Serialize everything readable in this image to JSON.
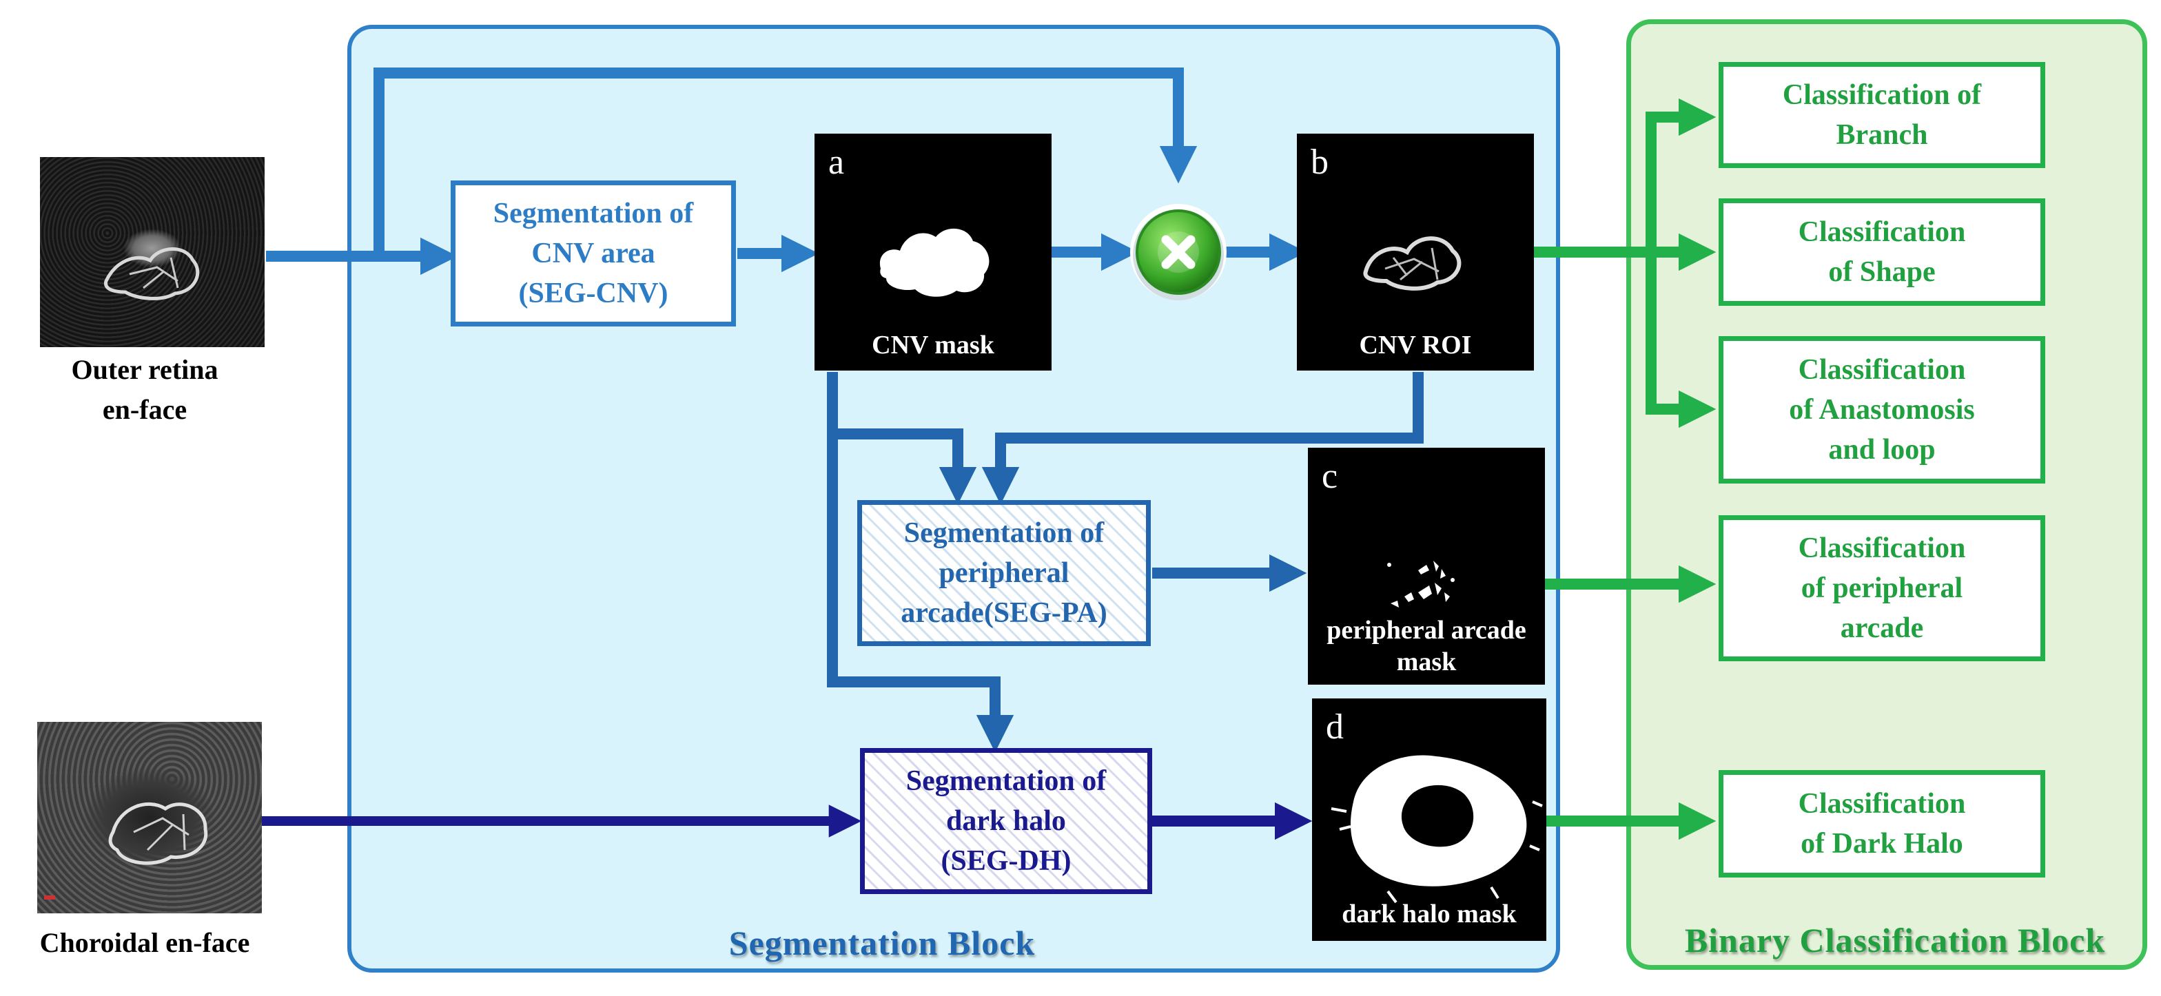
{
  "colors": {
    "segmentation_blue": "#2d7dc6",
    "navy": "#1a1a8e",
    "classification_green": "#21b04a",
    "segmentation_panel_bg": "#d8f3fb",
    "classification_panel_bg": "#e3f2d9"
  },
  "inputs": {
    "outer_retina_label": "Outer retina\nen-face",
    "choroidal_label": "Choroidal  en-face"
  },
  "segmentation_block": {
    "title": "Segmentation Block",
    "seg_cnv": "Segmentation of\nCNV area\n(SEG-CNV)",
    "seg_pa": "Segmentation of\nperipheral\narcade(SEG-PA)",
    "seg_dh": "Segmentation of\ndark halo\n(SEG-DH)",
    "multiply_icon": "multiply-icon"
  },
  "panels": {
    "a": {
      "letter": "a",
      "caption": "CNV mask"
    },
    "b": {
      "letter": "b",
      "caption": "CNV ROI"
    },
    "c": {
      "letter": "c",
      "caption": "peripheral arcade\nmask"
    },
    "d": {
      "letter": "d",
      "caption": "dark halo mask"
    }
  },
  "classification_block": {
    "title": "Binary Classification Block",
    "branch": "Classification of\nBranch",
    "shape": "Classification\nof  Shape",
    "anastomosis": "Classification\nof  Anastomosis\nand loop",
    "peripheral": "Classification\nof  peripheral\narcade",
    "dark_halo": "Classification\nof  Dark Halo"
  }
}
